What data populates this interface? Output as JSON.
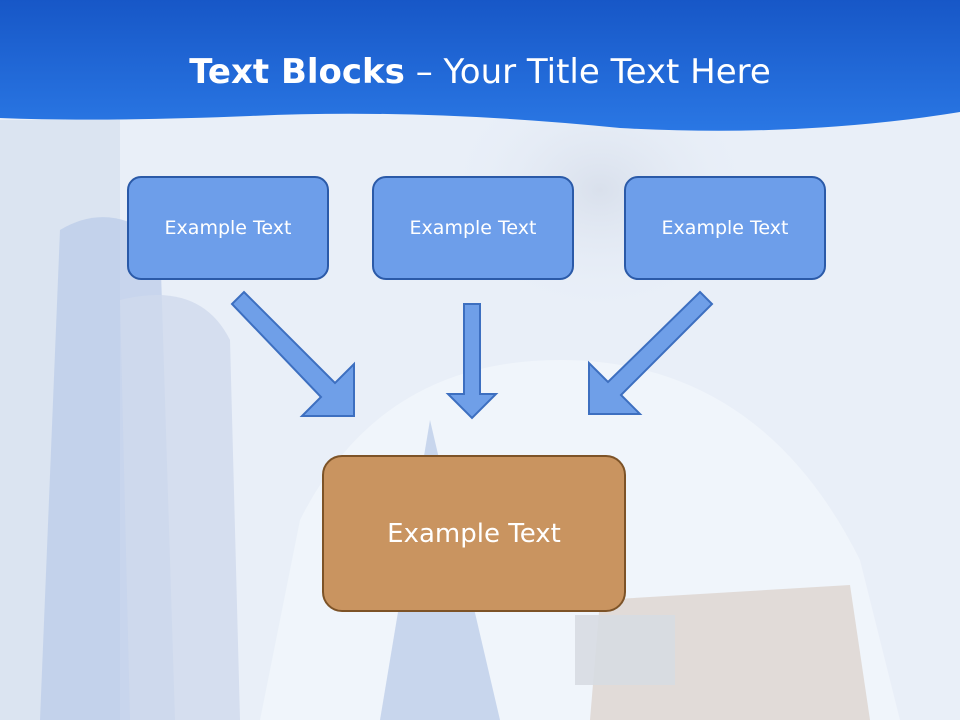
{
  "slide": {
    "title_bold": "Text Blocks",
    "title_sep": " – ",
    "title_rest": "Your Title Text Here"
  },
  "blocks": [
    {
      "label": "Example Text"
    },
    {
      "label": "Example Text"
    },
    {
      "label": "Example Text"
    }
  ],
  "target": {
    "label": "Example Text"
  },
  "colors": {
    "header": "#1a5fd0",
    "box_fill": "#6d9eea",
    "box_border": "#2b5aa8",
    "target_fill": "#c99460",
    "target_border": "#7d5327",
    "arrow_fill": "#6f9fe8",
    "arrow_border": "#3d6fc0"
  }
}
